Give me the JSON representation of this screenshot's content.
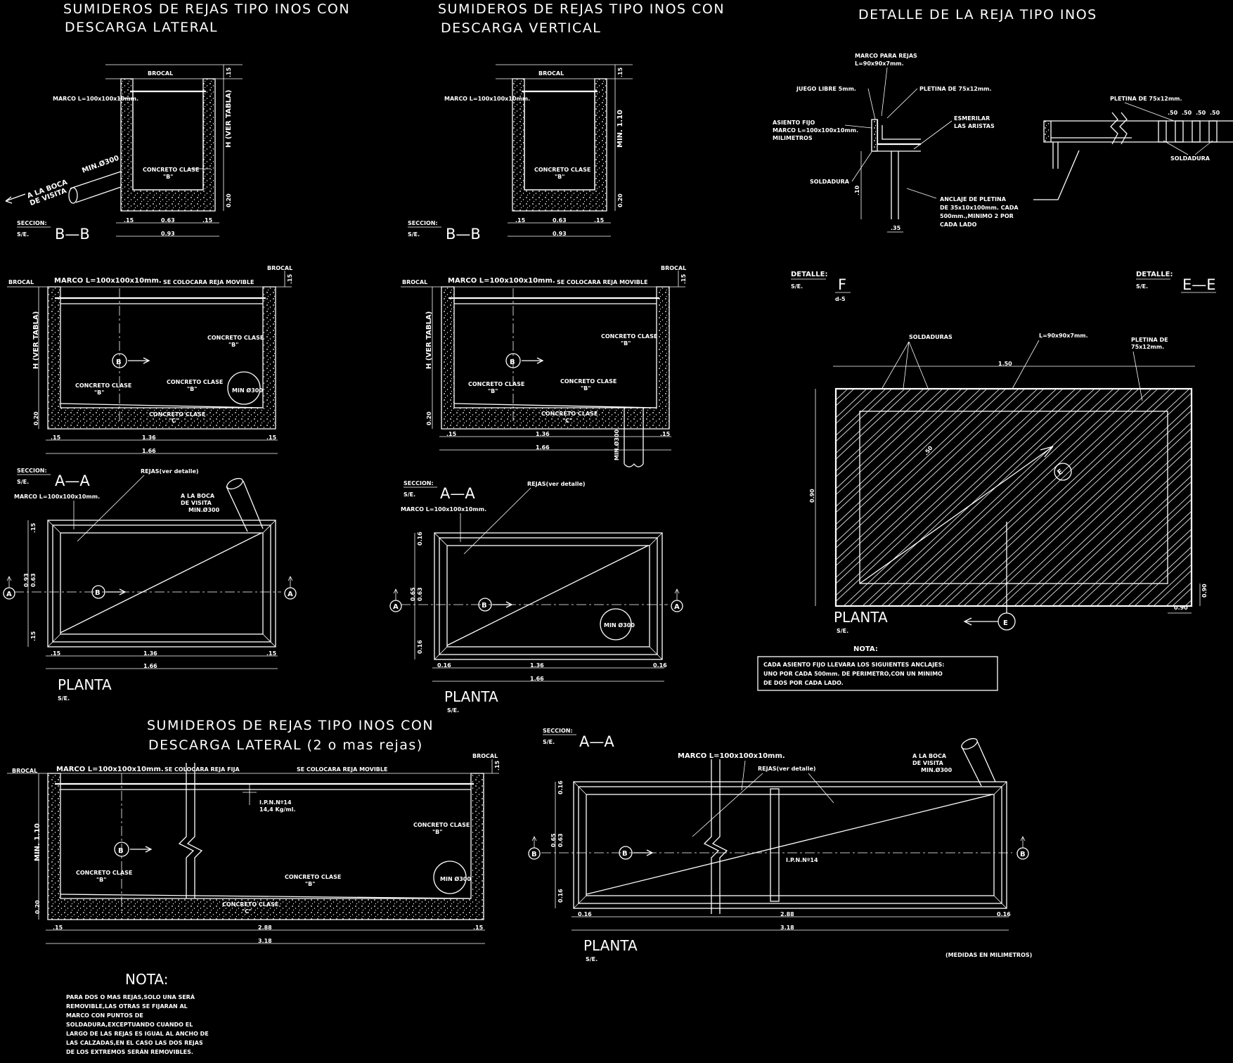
{
  "titles": {
    "lateral": [
      "SUMIDEROS  DE  REJAS  TIPO  INOS  CON",
      "DESCARGA  LATERAL"
    ],
    "vertical": [
      "SUMIDEROS  DE  REJAS  TIPO  INOS  CON",
      "DESCARGA  VERTICAL"
    ],
    "detail": "DETALLE  DE  LA  REJA  TIPO  INOS",
    "multi": [
      "SUMIDEROS  DE  REJAS  TIPO  INOS  CON",
      "DESCARGA  LATERAL  (2  o  mas  rejas)"
    ]
  },
  "labels": {
    "seccion": "SECCION:",
    "detalle": "DETALLE:",
    "se": "S/E.",
    "bb": "B—B",
    "aa": "A—A",
    "ee": "E—E",
    "f": "F",
    "d5": "d-5",
    "planta": "PLANTA",
    "nota": "NOTA:",
    "brocal": "BROCAL",
    "marco_sm": "MARCO L=100x100x10mm.",
    "marco": "MARCO L=100x100x10mm.",
    "reja_movible": "SE COLOCARA REJA MOVIBLE",
    "reja_fija": "SE COLOCARA REJA FIJA",
    "concreto_b": "CONCRETO CLASE",
    "b_q": "\"B\"",
    "c_q": "\"C\"",
    "h_ver_tabla": "H (VER TABLA)",
    "min110": "MIN. 1.10",
    "min300": "MIN.Ø300",
    "min300b": "MIN Ø300",
    "a_la_boca": [
      "A LA BOCA",
      "DE VISITA"
    ],
    "a_la_boca_min": [
      "A LA BOCA",
      "DE VISITA",
      "MIN.Ø300"
    ],
    "rejas_ver": "REJAS(ver detalle)",
    "ipn": [
      "I.P.N.Nº14",
      "14,4 Kg/ml."
    ],
    "ipn_short": "I.P.N.Nº14",
    "medidas": "(MEDIDAS EN MILIMETROS)",
    "soldaduras": "SOLDADURAS",
    "soldadura": "SOLDADURA",
    "l90": "L=90x90x7mm.",
    "pletina_de": [
      "PLETINA DE",
      "75x12mm."
    ],
    "pletina_75": "PLETINA DE 75x12mm.",
    "marco_rejas": [
      "MARCO PARA REJAS",
      "L=90x90x7mm."
    ],
    "juego_libre": "JUEGO LIBRE  5mm.",
    "asiento": [
      "ASIENTO FIJO",
      "MARCO L=100x100x10mm.",
      "MILIMETROS"
    ],
    "esmerilar": [
      "ESMERILAR",
      "LAS ARISTAS"
    ],
    "anclaje": [
      "ANCLAJE DE PLETINA",
      "DE 35x10x100mm. CADA",
      "500mm.,MINIMO 2 POR",
      "CADA LADO"
    ],
    "pletina_small": "PLETINA DE 75x12mm.",
    "e": "E",
    "a": "A",
    "b": "B"
  },
  "dims": {
    "d015": ".15",
    "d010": ".10",
    "d035": ".35",
    "d020": "0.20",
    "d063": "0.63",
    "d093": "0.93",
    "d136": "1.36",
    "d166": "1.66",
    "d016": "0.16",
    "d150": "1.50",
    "d090": "0.90",
    "d050": ".50",
    "d298": "2.88",
    "d318": "3.18",
    "d110": "1.10",
    "d0065": "0.65"
  },
  "notes": {
    "anclajes": [
      "CADA ASIENTO FIJO LLEVARA LOS SIGUIENTES ANCLAJES:",
      "UNO POR CADA 500mm. DE PERIMETRO,CON UN MINIMO",
      "DE DOS POR CADA LADO."
    ],
    "multi": [
      "PARA DOS O MAS REJAS,SOLO UNA SERÁ",
      "REMOVIBLE,LAS OTRAS SE FIJARAN AL",
      "MARCO CON PUNTOS DE",
      "SOLDADURA,EXCEPTUANDO CUANDO EL",
      "LARGO DE LAS REJAS ES IGUAL AL ANCHO DE",
      "LAS CALZADAS,EN EL CASO LAS DOS REJAS",
      "DE LOS EXTREMOS SERÁN REMOVIBLES."
    ]
  }
}
